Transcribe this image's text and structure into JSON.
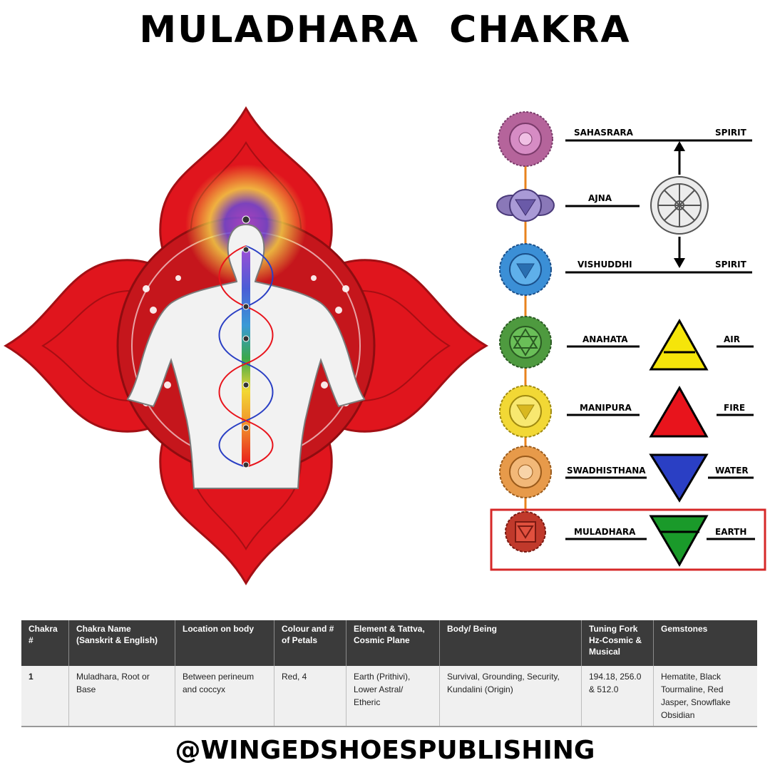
{
  "title": "MULADHARA   CHAKRA",
  "footer": "@WINGEDSHOESPUBLISHING",
  "chakras": [
    {
      "name": "SAHASRARA",
      "element": "SPIRIT",
      "color": "#b5649b"
    },
    {
      "name": "AJNA",
      "element": "",
      "color": "#8a78b8"
    },
    {
      "name": "VISHUDDHI",
      "element": "SPIRIT",
      "color": "#3b8fd6"
    },
    {
      "name": "ANAHATA",
      "element": "AIR",
      "color": "#4e9a3f"
    },
    {
      "name": "MANIPURA",
      "element": "FIRE",
      "color": "#f2d835"
    },
    {
      "name": "SWADHISTHANA",
      "element": "WATER",
      "color": "#e79a4a"
    },
    {
      "name": "MULADHARA",
      "element": "EARTH",
      "color": "#c0392b"
    }
  ],
  "table": {
    "headers": [
      "Chakra #",
      "Chakra Name (Sanskrit & English)",
      "Location on body",
      "Colour and # of Petals",
      "Element & Tattva, Cosmic Plane",
      "Body/ Being",
      "Tuning Fork Hz-Cosmic & Musical",
      "Gemstones"
    ],
    "row": [
      "1",
      "Muladhara, Root or Base",
      "Between perineum and coccyx",
      "Red, 4",
      "Earth (Prithivi), Lower Astral/ Etheric",
      "Survival, Grounding, Security, Kundalini (Origin)",
      "194.18, 256.0 & 512.0",
      "Hematite, Black Tourmaline, Red Jasper, Snowflake Obsidian"
    ]
  },
  "colors": {
    "lotus_red": "#e0151d",
    "highlight_box": "#d62828",
    "air_triangle": "#f5e50a",
    "fire_triangle": "#e8141c",
    "water_triangle": "#2a3fc4",
    "earth_triangle": "#1a9a2a",
    "table_header": "#3b3b3b"
  }
}
